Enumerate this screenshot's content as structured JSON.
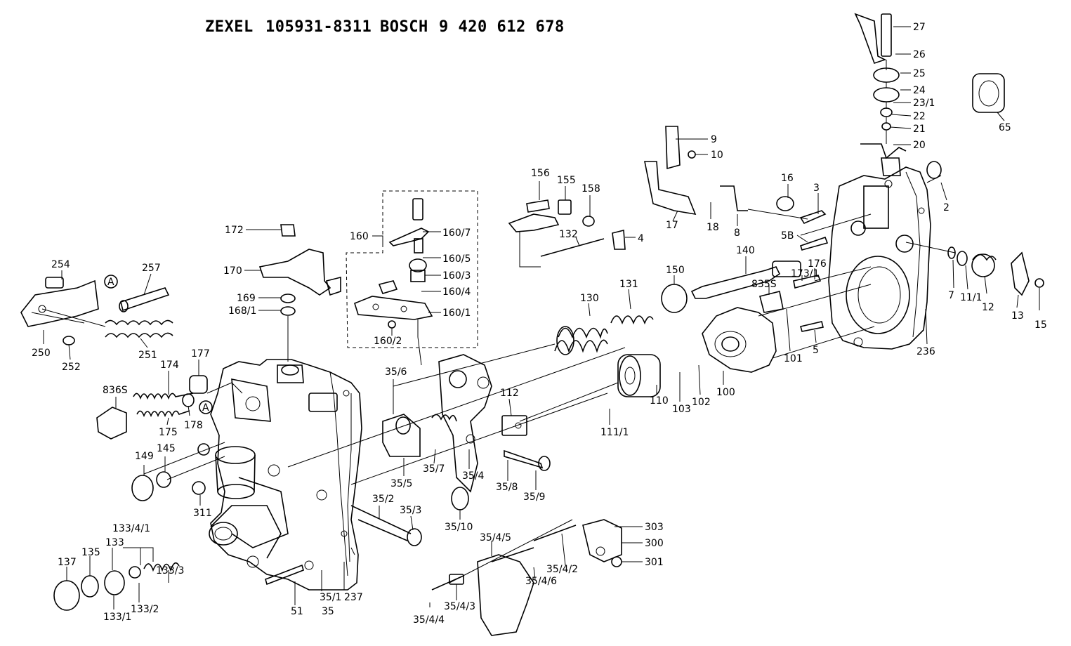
{
  "header": {
    "maker1": "ZEXEL",
    "part_no1": "105931-8311",
    "maker2": "BOSCH",
    "part_no2": "9 420 612 678"
  },
  "callouts": [
    "27",
    "26",
    "25",
    "24",
    "23/1",
    "22",
    "21",
    "20",
    "65",
    "9",
    "10",
    "16",
    "3",
    "2",
    "17",
    "18",
    "8",
    "5B",
    "156",
    "155",
    "158",
    "132",
    "4",
    "160",
    "160/7",
    "160/5",
    "160/3",
    "160/4",
    "160/1",
    "160/2",
    "172",
    "170",
    "169",
    "168/1",
    "254",
    "257",
    "250",
    "252",
    "251",
    "A",
    "177",
    "174",
    "836S",
    "178",
    "175",
    "149",
    "145",
    "311",
    "137",
    "135",
    "133",
    "133/4/1",
    "133/3",
    "133/1",
    "133/2",
    "51",
    "35/1",
    "35",
    "237",
    "35/2",
    "35/3",
    "35/10",
    "35/6",
    "35/5",
    "35/7",
    "35/4",
    "35/8",
    "35/9",
    "112",
    "130",
    "131",
    "150",
    "140",
    "176",
    "173/1",
    "835S",
    "111/1",
    "110",
    "103",
    "102",
    "100",
    "101",
    "5",
    "236",
    "7",
    "11/1",
    "12",
    "13",
    "15",
    "35/4/5",
    "35/4/6",
    "35/4/2",
    "35/4/4",
    "35/4/3",
    "303",
    "300",
    "301"
  ]
}
